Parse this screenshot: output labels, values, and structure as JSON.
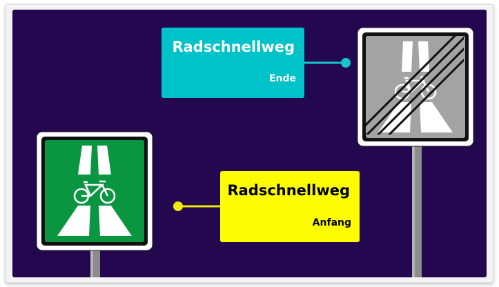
{
  "colors": {
    "background": "#23074f",
    "sign_green": "#0a9640",
    "sign_gray": "#a3a3a3",
    "label_end_bg": "#00c3c9",
    "label_start_bg": "#fdfc00",
    "connector_end": "#14c6cc",
    "connector_start": "#f0ea05"
  },
  "signs": [
    {
      "name": "radschnellweg-start-sign",
      "meaning": "start",
      "icon": "bicycle-icon"
    },
    {
      "name": "radschnellweg-end-sign",
      "meaning": "end",
      "icon": "bicycle-icon"
    }
  ],
  "labels": {
    "end": {
      "title": "Radschnellweg",
      "subtitle": "Ende"
    },
    "start": {
      "title": "Radschnellweg",
      "subtitle": "Anfang"
    }
  }
}
